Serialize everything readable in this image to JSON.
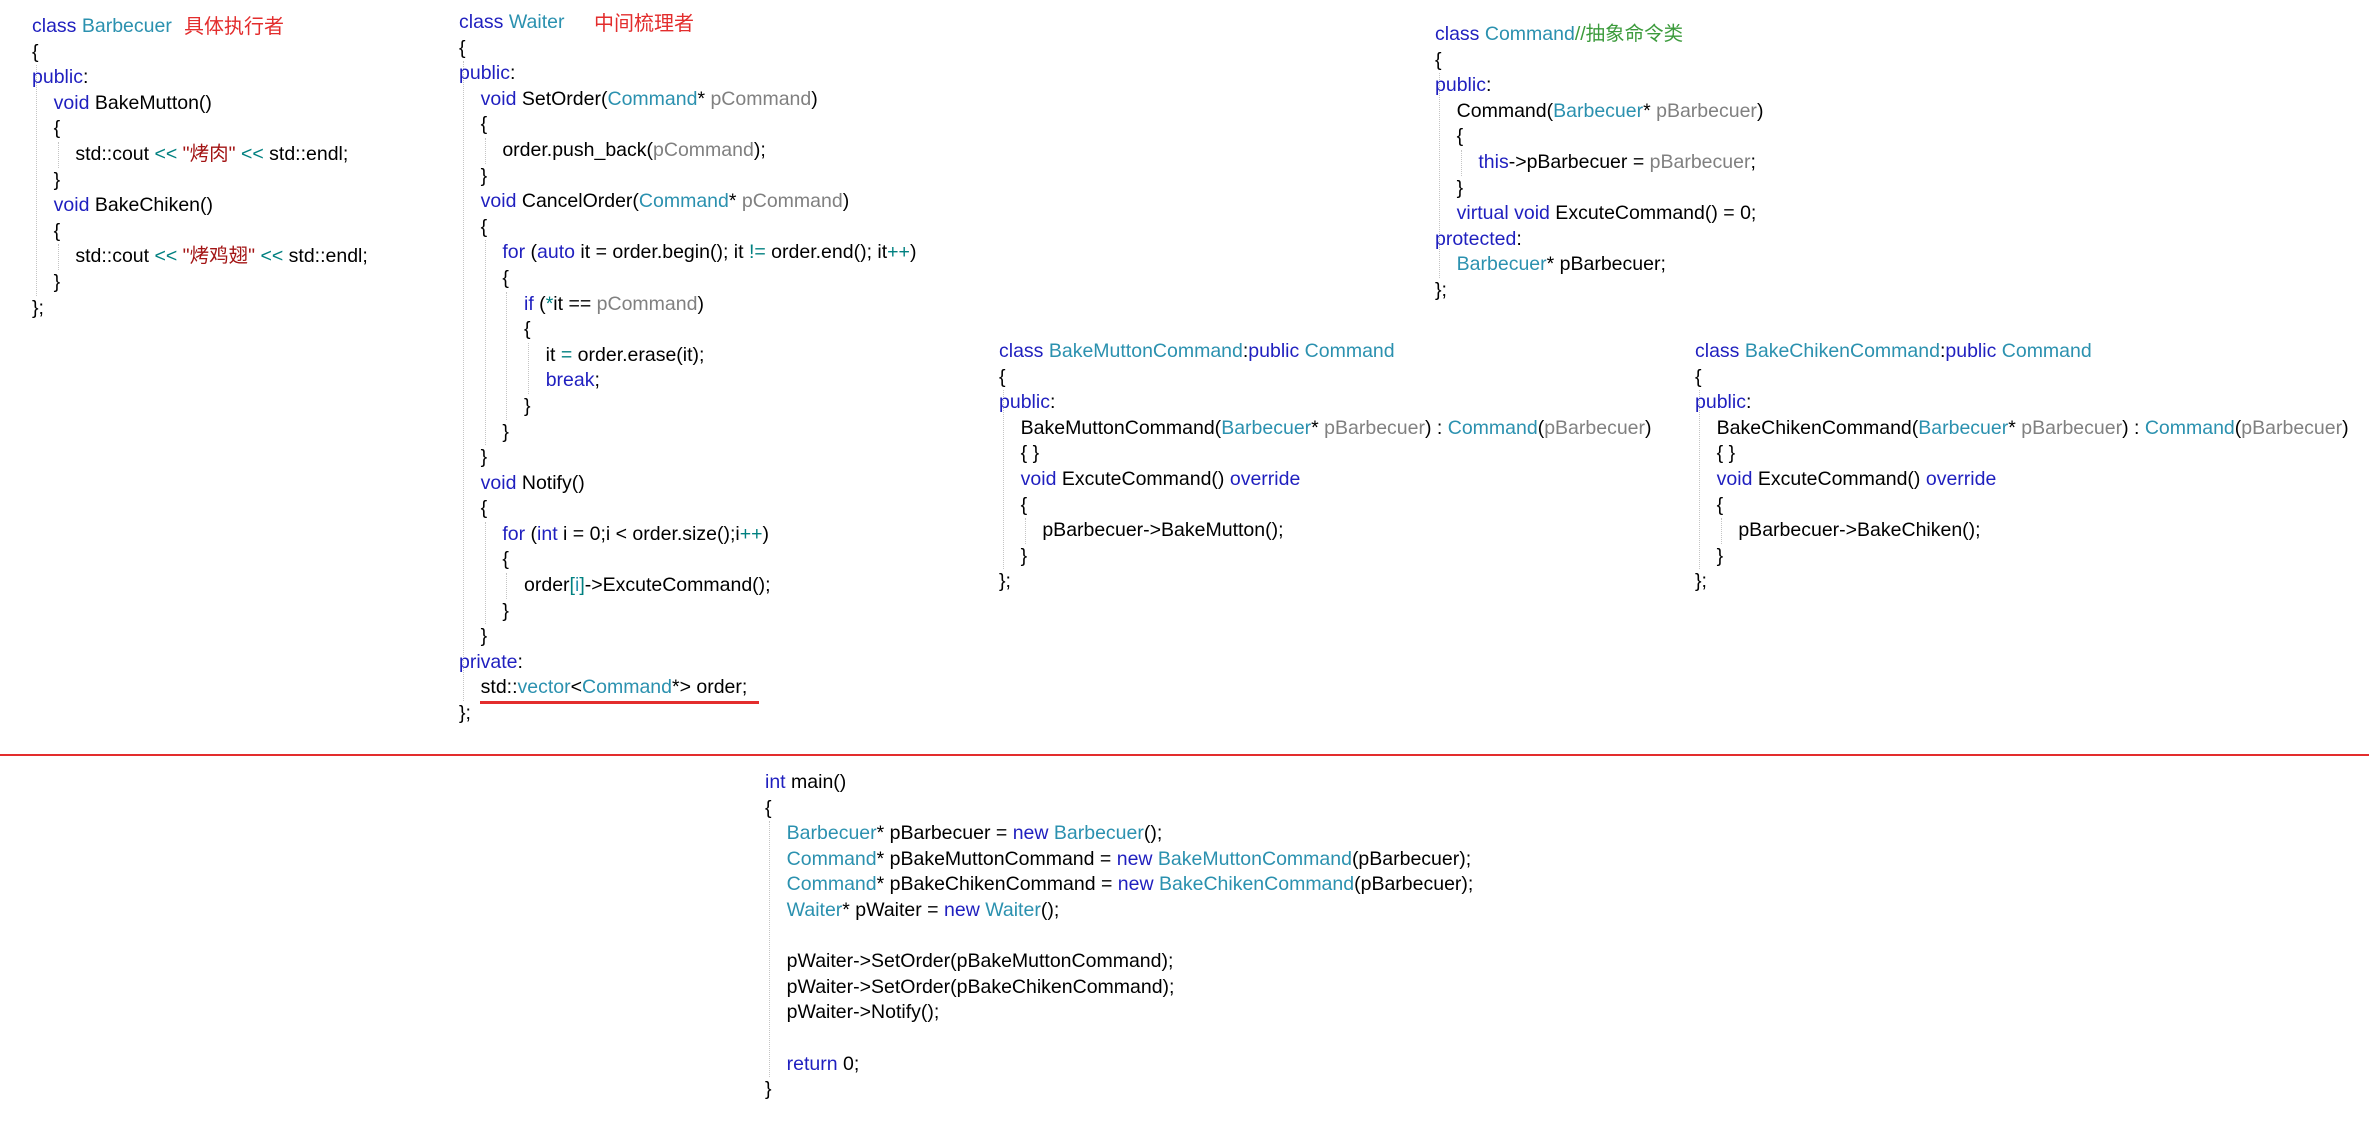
{
  "notes": {
    "barbecuer": "具体执行者",
    "waiter": "中间梳理者"
  },
  "colors": {
    "keyword": "#1f1fbf",
    "type": "#2b91af",
    "string": "#a31515",
    "comment": "#3c9b3c",
    "parameter": "#808080",
    "operator": "#008080",
    "annotation": "#e32d2d"
  },
  "blocks": [
    {
      "id": "barbecuer",
      "lines": [
        [
          [
            "kw",
            "class "
          ],
          [
            "ty",
            "Barbecuer"
          ]
        ],
        [
          [
            "",
            "{"
          ]
        ],
        [
          [
            "kw",
            "public"
          ],
          [
            "",
            ":"
          ]
        ],
        [
          [
            "",
            "    "
          ],
          [
            "kw",
            "void"
          ],
          [
            "",
            " BakeMutton()"
          ]
        ],
        [
          [
            "",
            "    {"
          ]
        ],
        [
          [
            "",
            "        std::cout "
          ],
          [
            "op",
            "<<"
          ],
          [
            "",
            " "
          ],
          [
            "str",
            "\"烤肉\""
          ],
          [
            "",
            " "
          ],
          [
            "op",
            "<<"
          ],
          [
            "",
            " std::endl;"
          ]
        ],
        [
          [
            "",
            "    }"
          ]
        ],
        [
          [
            "",
            "    "
          ],
          [
            "kw",
            "void"
          ],
          [
            "",
            " BakeChiken()"
          ]
        ],
        [
          [
            "",
            "    {"
          ]
        ],
        [
          [
            "",
            "        std::cout "
          ],
          [
            "op",
            "<<"
          ],
          [
            "",
            " "
          ],
          [
            "str",
            "\"烤鸡翅\""
          ],
          [
            "",
            " "
          ],
          [
            "op",
            "<<"
          ],
          [
            "",
            " std::endl;"
          ]
        ],
        [
          [
            "",
            "    }"
          ]
        ],
        [
          [
            "",
            "};"
          ]
        ]
      ]
    },
    {
      "id": "waiter",
      "lines": [
        [
          [
            "kw",
            "class "
          ],
          [
            "ty",
            "Waiter"
          ]
        ],
        [
          [
            "",
            "{"
          ]
        ],
        [
          [
            "kw",
            "public"
          ],
          [
            "",
            ":"
          ]
        ],
        [
          [
            "",
            "    "
          ],
          [
            "kw",
            "void"
          ],
          [
            "",
            " SetOrder("
          ],
          [
            "ty",
            "Command"
          ],
          [
            "",
            "* "
          ],
          [
            "par",
            "pCommand"
          ],
          [
            "",
            ")"
          ]
        ],
        [
          [
            "",
            "    {"
          ]
        ],
        [
          [
            "",
            "        order.push_back("
          ],
          [
            "par",
            "pCommand"
          ],
          [
            "",
            ");"
          ]
        ],
        [
          [
            "",
            "    }"
          ]
        ],
        [
          [
            "",
            "    "
          ],
          [
            "kw",
            "void"
          ],
          [
            "",
            " CancelOrder("
          ],
          [
            "ty",
            "Command"
          ],
          [
            "",
            "* "
          ],
          [
            "par",
            "pCommand"
          ],
          [
            "",
            ")"
          ]
        ],
        [
          [
            "",
            "    {"
          ]
        ],
        [
          [
            "",
            "        "
          ],
          [
            "kw",
            "for"
          ],
          [
            "",
            " ("
          ],
          [
            "kw",
            "auto"
          ],
          [
            "",
            " it = order.begin(); it "
          ],
          [
            "op",
            "!="
          ],
          [
            "",
            " order.end(); it"
          ],
          [
            "op",
            "++"
          ],
          [
            "",
            ")"
          ]
        ],
        [
          [
            "",
            "        {"
          ]
        ],
        [
          [
            "",
            "            "
          ],
          [
            "kw",
            "if"
          ],
          [
            "",
            " ("
          ],
          [
            "op",
            "*"
          ],
          [
            "",
            "it == "
          ],
          [
            "par",
            "pCommand"
          ],
          [
            "",
            ")"
          ]
        ],
        [
          [
            "",
            "            {"
          ]
        ],
        [
          [
            "",
            "                it "
          ],
          [
            "op",
            "="
          ],
          [
            "",
            " order.erase(it);"
          ]
        ],
        [
          [
            "",
            "                "
          ],
          [
            "kw",
            "break"
          ],
          [
            "",
            ";"
          ]
        ],
        [
          [
            "",
            "            }"
          ]
        ],
        [
          [
            "",
            "        }"
          ]
        ],
        [
          [
            "",
            "    }"
          ]
        ],
        [
          [
            "",
            "    "
          ],
          [
            "kw",
            "void"
          ],
          [
            "",
            " Notify()"
          ]
        ],
        [
          [
            "",
            "    {"
          ]
        ],
        [
          [
            "",
            "        "
          ],
          [
            "kw",
            "for"
          ],
          [
            "",
            " ("
          ],
          [
            "kw",
            "int"
          ],
          [
            "",
            " i = 0;i < order.size();i"
          ],
          [
            "op",
            "++"
          ],
          [
            "",
            ")"
          ]
        ],
        [
          [
            "",
            "        {"
          ]
        ],
        [
          [
            "",
            "            order"
          ],
          [
            "op",
            "["
          ],
          [
            "ty",
            "i"
          ],
          [
            "op",
            "]"
          ],
          [
            "",
            "->ExcuteCommand();"
          ]
        ],
        [
          [
            "",
            "        }"
          ]
        ],
        [
          [
            "",
            "    }"
          ]
        ],
        [
          [
            "kw",
            "private"
          ],
          [
            "",
            ":"
          ]
        ],
        [
          [
            "",
            "    std::"
          ],
          [
            "ty",
            "vector"
          ],
          [
            "",
            "<"
          ],
          [
            "ty",
            "Command"
          ],
          [
            "",
            "*> order;"
          ]
        ],
        [
          [
            "",
            "};"
          ]
        ]
      ]
    },
    {
      "id": "command",
      "lines": [
        [
          [
            "kw",
            "class "
          ],
          [
            "ty",
            "Command"
          ],
          [
            "cm",
            "//抽象命令类"
          ]
        ],
        [
          [
            "",
            "{"
          ]
        ],
        [
          [
            "kw",
            "public"
          ],
          [
            "",
            ":"
          ]
        ],
        [
          [
            "",
            "    Command("
          ],
          [
            "ty",
            "Barbecuer"
          ],
          [
            "",
            "* "
          ],
          [
            "par",
            "pBarbecuer"
          ],
          [
            "",
            ")"
          ]
        ],
        [
          [
            "",
            "    {"
          ]
        ],
        [
          [
            "",
            "        "
          ],
          [
            "kw",
            "this"
          ],
          [
            "",
            "->pBarbecuer = "
          ],
          [
            "par",
            "pBarbecuer"
          ],
          [
            "",
            ";"
          ]
        ],
        [
          [
            "",
            "    }"
          ]
        ],
        [
          [
            "",
            "    "
          ],
          [
            "kw",
            "virtual void"
          ],
          [
            "",
            " ExcuteCommand() = 0;"
          ]
        ],
        [
          [
            "kw",
            "protected"
          ],
          [
            "",
            ":"
          ]
        ],
        [
          [
            "",
            "    "
          ],
          [
            "ty",
            "Barbecuer"
          ],
          [
            "",
            "* pBarbecuer;"
          ]
        ],
        [
          [
            "",
            "};"
          ]
        ]
      ]
    },
    {
      "id": "bake-mutton-command",
      "lines": [
        [
          [
            "kw",
            "class "
          ],
          [
            "ty",
            "BakeMuttonCommand"
          ],
          [
            "",
            ":"
          ],
          [
            "kw",
            "public "
          ],
          [
            "ty",
            "Command"
          ]
        ],
        [
          [
            "",
            "{"
          ]
        ],
        [
          [
            "kw",
            "public"
          ],
          [
            "",
            ":"
          ]
        ],
        [
          [
            "",
            "    BakeMuttonCommand("
          ],
          [
            "ty",
            "Barbecuer"
          ],
          [
            "",
            "* "
          ],
          [
            "par",
            "pBarbecuer"
          ],
          [
            "",
            ") : "
          ],
          [
            "ty",
            "Command"
          ],
          [
            "",
            "("
          ],
          [
            "par",
            "pBarbecuer"
          ],
          [
            "",
            ")"
          ]
        ],
        [
          [
            "",
            "    { }"
          ]
        ],
        [
          [
            "",
            "    "
          ],
          [
            "kw",
            "void"
          ],
          [
            "",
            " ExcuteCommand() "
          ],
          [
            "kw",
            "override"
          ]
        ],
        [
          [
            "",
            "    {"
          ]
        ],
        [
          [
            "",
            "        pBarbecuer->BakeMutton();"
          ]
        ],
        [
          [
            "",
            "    }"
          ]
        ],
        [
          [
            "",
            "};"
          ]
        ]
      ]
    },
    {
      "id": "bake-chiken-command",
      "lines": [
        [
          [
            "kw",
            "class "
          ],
          [
            "ty",
            "BakeChikenCommand"
          ],
          [
            "",
            ":"
          ],
          [
            "kw",
            "public "
          ],
          [
            "ty",
            "Command"
          ]
        ],
        [
          [
            "",
            "{"
          ]
        ],
        [
          [
            "kw",
            "public"
          ],
          [
            "",
            ":"
          ]
        ],
        [
          [
            "",
            "    BakeChikenCommand("
          ],
          [
            "ty",
            "Barbecuer"
          ],
          [
            "",
            "* "
          ],
          [
            "par",
            "pBarbecuer"
          ],
          [
            "",
            ") : "
          ],
          [
            "ty",
            "Command"
          ],
          [
            "",
            "("
          ],
          [
            "par",
            "pBarbecuer"
          ],
          [
            "",
            ")"
          ]
        ],
        [
          [
            "",
            "    { }"
          ]
        ],
        [
          [
            "",
            "    "
          ],
          [
            "kw",
            "void"
          ],
          [
            "",
            " ExcuteCommand() "
          ],
          [
            "kw",
            "override"
          ]
        ],
        [
          [
            "",
            "    {"
          ]
        ],
        [
          [
            "",
            "        pBarbecuer->BakeChiken();"
          ]
        ],
        [
          [
            "",
            "    }"
          ]
        ],
        [
          [
            "",
            "};"
          ]
        ]
      ]
    },
    {
      "id": "main",
      "lines": [
        [
          [
            "kw",
            "int"
          ],
          [
            "",
            " main()"
          ]
        ],
        [
          [
            "",
            "{"
          ]
        ],
        [
          [
            "",
            "    "
          ],
          [
            "ty",
            "Barbecuer"
          ],
          [
            "",
            "* pBarbecuer = "
          ],
          [
            "kw",
            "new"
          ],
          [
            "",
            " "
          ],
          [
            "ty",
            "Barbecuer"
          ],
          [
            "",
            "();"
          ]
        ],
        [
          [
            "",
            "    "
          ],
          [
            "ty",
            "Command"
          ],
          [
            "",
            "* pBakeMuttonCommand = "
          ],
          [
            "kw",
            "new"
          ],
          [
            "",
            " "
          ],
          [
            "ty",
            "BakeMuttonCommand"
          ],
          [
            "",
            "(pBarbecuer);"
          ]
        ],
        [
          [
            "",
            "    "
          ],
          [
            "ty",
            "Command"
          ],
          [
            "",
            "* pBakeChikenCommand = "
          ],
          [
            "kw",
            "new"
          ],
          [
            "",
            " "
          ],
          [
            "ty",
            "BakeChikenCommand"
          ],
          [
            "",
            "(pBarbecuer);"
          ]
        ],
        [
          [
            "",
            "    "
          ],
          [
            "ty",
            "Waiter"
          ],
          [
            "",
            "* pWaiter = "
          ],
          [
            "kw",
            "new"
          ],
          [
            "",
            " "
          ],
          [
            "ty",
            "Waiter"
          ],
          [
            "",
            "();"
          ]
        ],
        [
          [
            "",
            ""
          ]
        ],
        [
          [
            "",
            "    pWaiter->SetOrder(pBakeMuttonCommand);"
          ]
        ],
        [
          [
            "",
            "    pWaiter->SetOrder(pBakeChikenCommand);"
          ]
        ],
        [
          [
            "",
            "    pWaiter->Notify();"
          ]
        ],
        [
          [
            "",
            ""
          ]
        ],
        [
          [
            "",
            "    "
          ],
          [
            "kw",
            "return"
          ],
          [
            "",
            " 0;"
          ]
        ],
        [
          [
            "",
            "}"
          ]
        ]
      ]
    }
  ]
}
